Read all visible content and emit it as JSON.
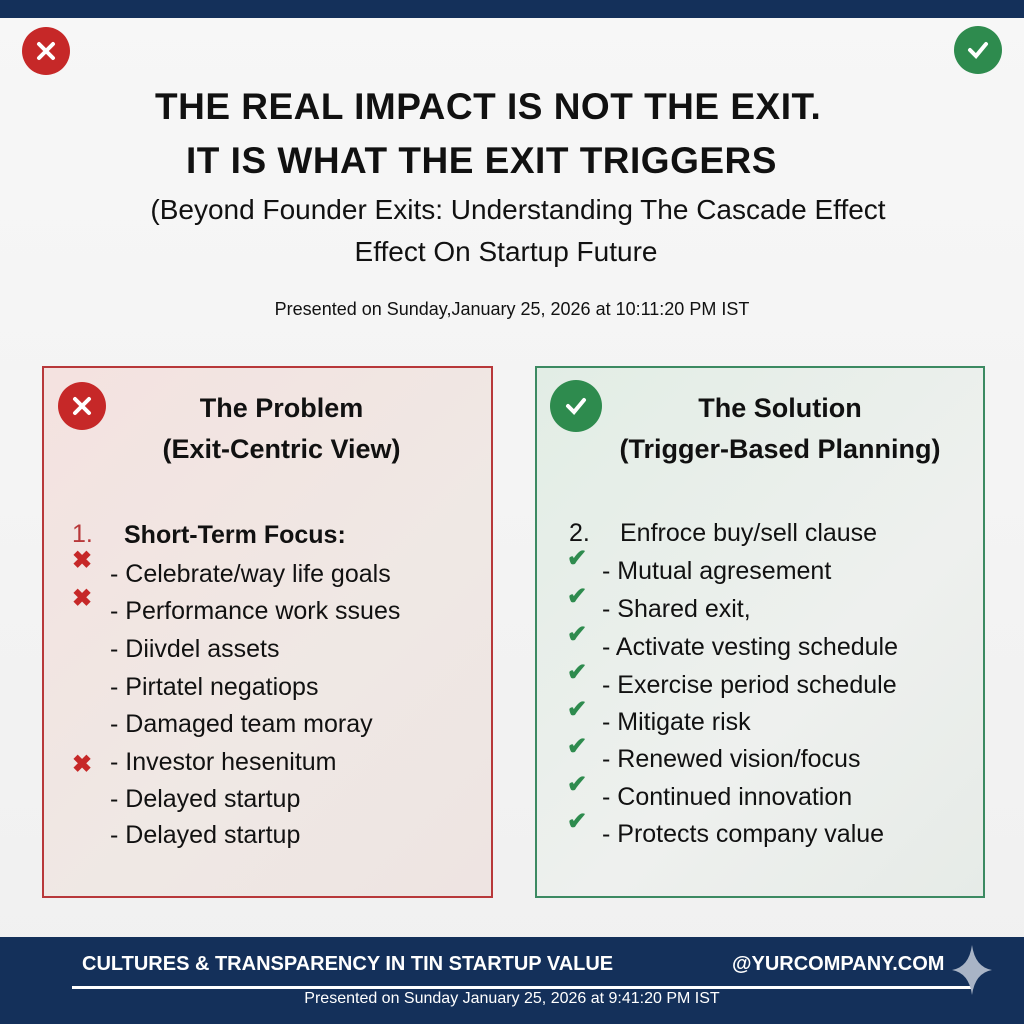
{
  "header": {
    "title_line1": "THE REAL IMPACT IS NOT THE EXIT.",
    "title_line2": "IT IS WHAT THE EXIT TRIGGERS",
    "subtitle_line1": "(Beyond Founder Exits: Understanding The Cascade Effect",
    "subtitle_line2": "Effect On Startup Future",
    "presented": "Presented on Sunday,January 25, 2026 at 10:11:20 PM IST"
  },
  "problem": {
    "title_line1": "The Problem",
    "title_line2": "(Exit-Centric View)",
    "number": "1.",
    "heading": "Short-Term Focus:",
    "items": [
      "- Celebrate/way life goals",
      "- Performance work ssues",
      "- Diivdel assets",
      "- Pirtatel negatiops",
      "- Damaged team moray",
      "- Investor hesenitum",
      "- Delayed startup",
      "- Delayed startup"
    ]
  },
  "solution": {
    "title_line1": "The Solution",
    "title_line2": "(Trigger-Based Planning)",
    "number": "2.",
    "heading": "Enfroce buy/sell clause",
    "items": [
      "- Mutual agresement",
      "- Shared exit,",
      "- Activate vesting schedule",
      "- Exercise period schedule",
      "- Mitigate risk",
      "- Renewed vision/focus",
      "- Continued innovation",
      "- Protects company value"
    ]
  },
  "footer": {
    "tagline": "CULTURES & TRANSPARENCY IN TIN STARTUP VALUE",
    "website": "@YURCOMPANY.COM",
    "presented": "Presented on Sunday January 25, 2026 at 9:41:20 PM IST"
  },
  "colors": {
    "navy": "#14305a",
    "red": "#c62828",
    "green": "#2e8b4e"
  }
}
